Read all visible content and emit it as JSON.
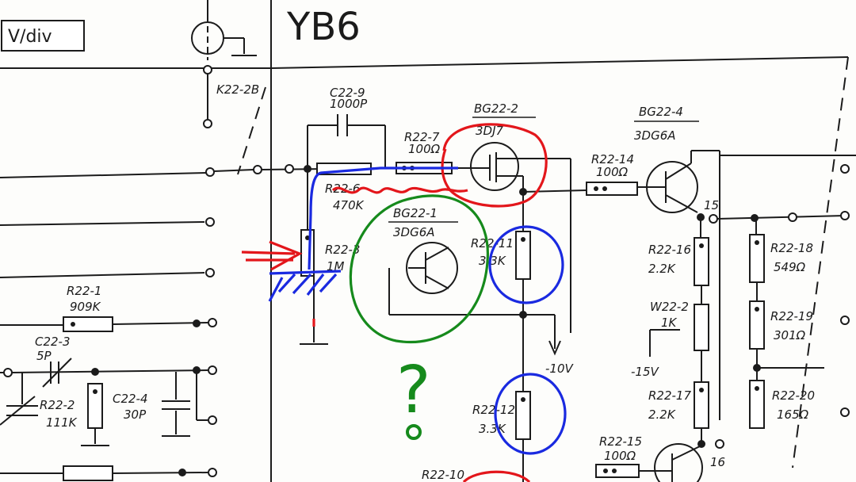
{
  "title": "YB6",
  "scale_box": "V/div",
  "accent_colors": {
    "red": "#e3161b",
    "blue": "#1a2ae0",
    "green": "#168a1c"
  },
  "labels": {
    "k22_2b": "K22-2B",
    "c22_9": "C22-9",
    "c22_9_val": "1000P",
    "bg22_2": "BG22-2",
    "bg22_2_type": "3DJ7",
    "bg22_4": "BG22-4",
    "bg22_4_type": "3DG6A",
    "r22_7": "R22-7",
    "r22_7_val": "100Ω",
    "r22_6": "R22-6",
    "r22_6_val": "470K",
    "bg22_1": "BG22-1",
    "bg22_1_type": "3DG6A",
    "r22_3": "R22-3",
    "r22_3_val": "1M",
    "r22_11": "R22-11",
    "r22_11_val": "3.3K",
    "r22_14": "R22-14",
    "r22_14_val": "100Ω",
    "node_15": "15",
    "r22_16": "R22-16",
    "r22_16_val": "2.2K",
    "r22_18": "R22-18",
    "r22_18_val": "549Ω",
    "w22_2": "W22-2",
    "w22_2_val": "1K",
    "r22_19": "R22-19",
    "r22_19_val": "301Ω",
    "r22_1": "R22-1",
    "r22_1_val": "909K",
    "c22_3": "C22-3",
    "c22_3_val": "5P",
    "r22_2": "R22-2",
    "r22_2_val": "111K",
    "c22_4": "C22-4",
    "c22_4_val": "30P",
    "minus10v": "-10V",
    "minus15v": "-15V",
    "r22_12": "R22-12",
    "r22_12_val": "3.3K",
    "r22_17": "R22-17",
    "r22_17_val": "2.2K",
    "r22_20": "R22-20",
    "r22_20_val": "165Ω",
    "r22_15": "R22-15",
    "r22_15_val": "100Ω",
    "node_16": "16",
    "r22_10": "R22-10"
  },
  "annotation_question": "?"
}
